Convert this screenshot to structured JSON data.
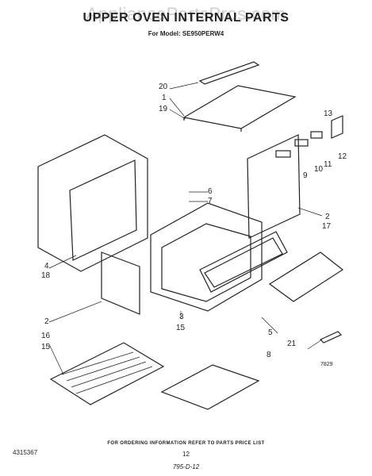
{
  "header": {
    "title": "UPPER OVEN INTERNAL PARTS",
    "watermark": "AppliancePartsPros.com",
    "subtitle": "For Model: SE950PERW4"
  },
  "callouts": [
    {
      "id": "c20",
      "text": "20"
    },
    {
      "id": "c1",
      "text": "1"
    },
    {
      "id": "c19",
      "text": "19"
    },
    {
      "id": "c13",
      "text": "13"
    },
    {
      "id": "c12",
      "text": "12"
    },
    {
      "id": "c11",
      "text": "11"
    },
    {
      "id": "c10",
      "text": "10"
    },
    {
      "id": "c9",
      "text": "9"
    },
    {
      "id": "c6",
      "text": "6"
    },
    {
      "id": "c7",
      "text": "7"
    },
    {
      "id": "c2a",
      "text": "2"
    },
    {
      "id": "c17",
      "text": "17"
    },
    {
      "id": "c4",
      "text": "4"
    },
    {
      "id": "c18",
      "text": "18"
    },
    {
      "id": "c2b",
      "text": "2"
    },
    {
      "id": "c16",
      "text": "16"
    },
    {
      "id": "c15a",
      "text": "15"
    },
    {
      "id": "c3",
      "text": "3"
    },
    {
      "id": "c15b",
      "text": "15"
    },
    {
      "id": "c5",
      "text": "5"
    },
    {
      "id": "c21",
      "text": "21"
    },
    {
      "id": "c8",
      "text": "8"
    }
  ],
  "diagram_code": "7829",
  "footer": {
    "ordering_note": "FOR ORDERING INFORMATION REFER TO PARTS PRICE LIST",
    "doc_number": "4315367",
    "page_number": "12",
    "handwritten_note": "795-D-12"
  }
}
